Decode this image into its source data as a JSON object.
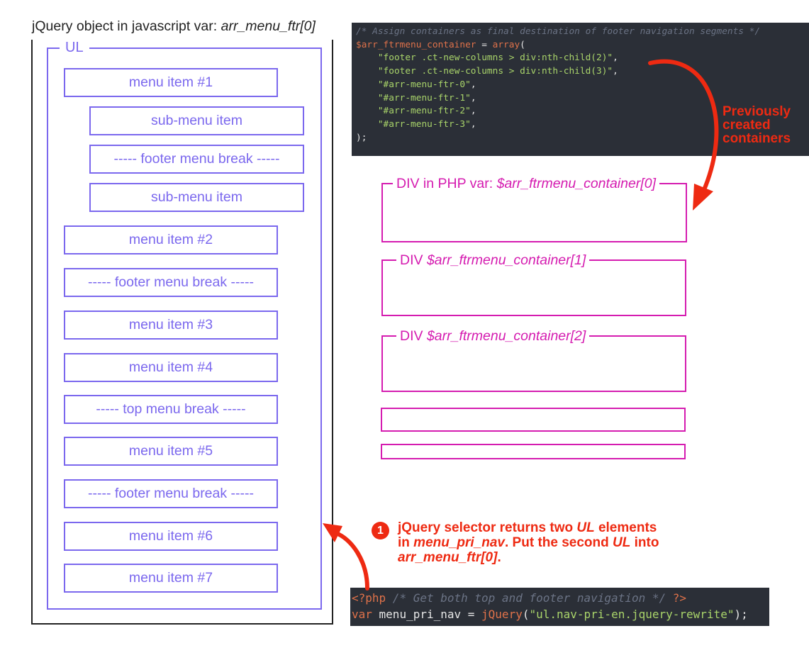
{
  "outer_title": {
    "prefix": "jQuery object in javascript var: ",
    "var_name": "arr_menu_ftr[0]"
  },
  "ul_label": "UL",
  "menu_items": [
    "menu item #1",
    "sub-menu item",
    "----- footer menu break -----",
    "sub-menu item",
    "menu item #2",
    "----- footer menu break -----",
    "menu item #3",
    "menu item #4",
    "----- top menu break -----",
    "menu item #5",
    "----- footer menu break -----",
    "menu item #6",
    "menu item #7"
  ],
  "code_top": {
    "comment": "/* Assign containers as final destination of footer navigation segments */",
    "var": "$arr_ftrmenu_container",
    "assign": " = ",
    "func": "array",
    "open": "(",
    "strings": [
      "\"footer .ct-new-columns > div:nth-child(2)\"",
      "\"footer .ct-new-columns > div:nth-child(3)\"",
      "\"#arr-menu-ftr-0\"",
      "\"#arr-menu-ftr-1\"",
      "\"#arr-menu-ftr-2\"",
      "\"#arr-menu-ftr-3\""
    ],
    "comma": ",",
    "close": ");"
  },
  "code_bottom": {
    "php_open": "<?php",
    "comment": " /* Get both top and footer navigation */",
    "php_close": " ?>",
    "keyword": "var",
    "var_name": " menu_pri_nav = ",
    "func": "jQuery",
    "arg_open": "(",
    "arg": "\"ul.nav-pri-en.jquery-rewrite\"",
    "arg_close": ");"
  },
  "containers": [
    {
      "prefix": "DIV in PHP var: ",
      "var": "$arr_ftrmenu_container[0]"
    },
    {
      "prefix": "DIV ",
      "var": "$arr_ftrmenu_container[1]"
    },
    {
      "prefix": "DIV ",
      "var": "$arr_ftrmenu_container[2]"
    }
  ],
  "previously_created": [
    "Previously",
    "created",
    "containers"
  ],
  "note": {
    "number": "1",
    "line1_pre": "jQuery selector returns two ",
    "line1_em": "UL",
    "line1_post": " elements",
    "line2_pre": "in ",
    "line2_em": "menu_pri_nav",
    "line2_mid": ". Put the second ",
    "line2_em2": "UL",
    "line2_post": " into",
    "line3_em": "arr_menu_ftr[0]",
    "line3_post": "."
  },
  "colors": {
    "ul_purple": "#7b68ee",
    "container_magenta": "#d51cb0",
    "annotation_red": "#ee2a12",
    "code_bg": "#2b2f37"
  }
}
